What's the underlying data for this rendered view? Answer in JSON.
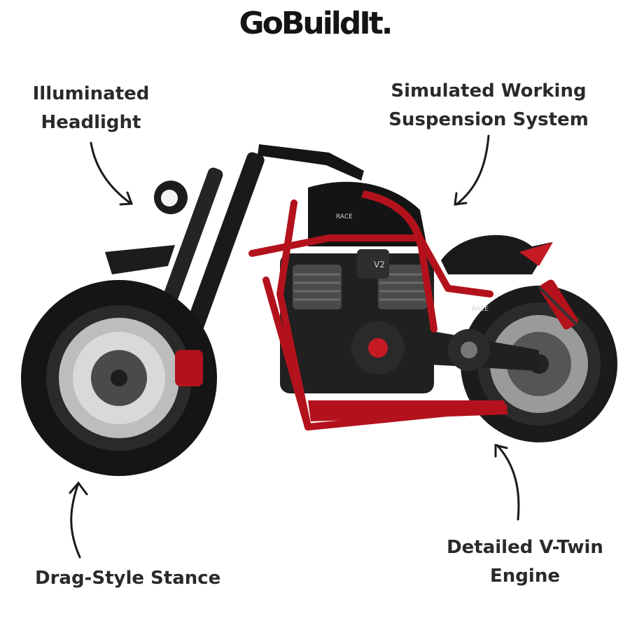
{
  "brand": {
    "logo_text": "GoBuildIt."
  },
  "product": {
    "model_badge": "V2",
    "fairing_badge": "RACE",
    "swingarm_badge": "RACE"
  },
  "callouts": {
    "headlight": {
      "line1": "Illuminated",
      "line2": "Headlight"
    },
    "suspension": {
      "line1": "Simulated Working",
      "line2": "Suspension System"
    },
    "stance": {
      "line1": "Drag-Style Stance"
    },
    "engine": {
      "line1": "Detailed V-Twin",
      "line2": "Engine"
    }
  },
  "colors": {
    "frame_red": "#b3121c",
    "body_black": "#161616",
    "text": "#2a2a2a",
    "background": "#ffffff"
  }
}
